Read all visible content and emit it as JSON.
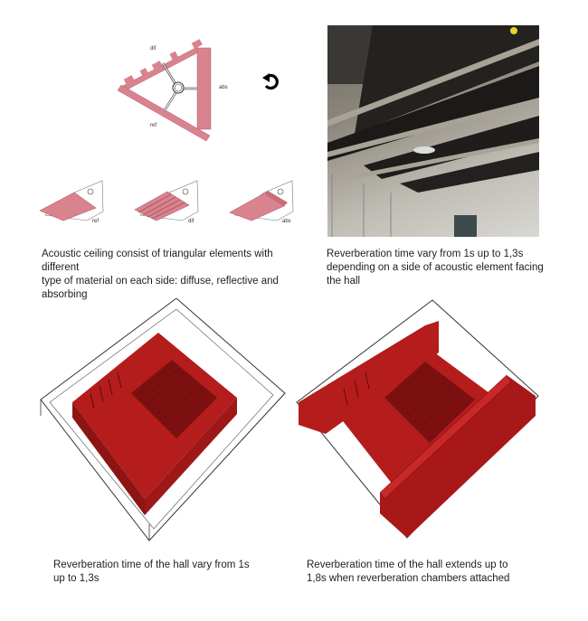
{
  "triangle_diagram": {
    "labels": {
      "dif": "dif",
      "abs": "abs",
      "ref": "ref"
    },
    "fill_color": "#d9838f",
    "rotate_icon": "rotate-counterclockwise-icon"
  },
  "element_views": [
    {
      "label": "ref"
    },
    {
      "label": "dif"
    },
    {
      "label": "abs"
    }
  ],
  "photo": {
    "alt": "photo-acoustic-ceiling-elements"
  },
  "captions": {
    "top_left": [
      "Acoustic ceiling consist of triangular elements with different",
      "type of material on each side: diffuse, reflective and",
      "absorbing"
    ],
    "top_right": [
      "Reverberation time vary from 1s up to 1,3s",
      "depending on a side of acoustic element facing",
      "the hall"
    ],
    "bottom_left": [
      "Reverberation time of the hall vary from 1s",
      "up to 1,3s"
    ],
    "bottom_right": [
      "Reverberation time of the hall extends up to",
      "1,8s when reverberation chambers attached"
    ]
  },
  "colors": {
    "hall_red": "#b51c1c",
    "hall_red_dark": "#8e1414",
    "element_pink": "#d9838f"
  }
}
